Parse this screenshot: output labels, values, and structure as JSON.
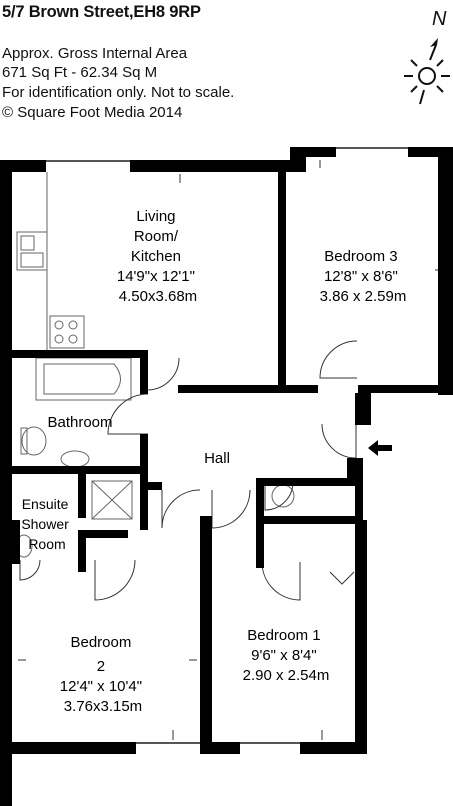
{
  "header": {
    "title": "5/7 Brown Street,EH8 9RP",
    "lines": [
      "Approx. Gross Internal Area",
      "671 Sq Ft - 62.34 Sq M",
      "For identification only. Not to scale.",
      "© Square Foot Media 2014"
    ]
  },
  "compass": {
    "label": "N",
    "icon": "north-compass-sun-icon"
  },
  "rooms": {
    "living": {
      "name_lines": [
        "Living",
        "Room/",
        "Kitchen"
      ],
      "imperial": "14'9\"x 12'1\"",
      "metric": "4.50x3.68m"
    },
    "bedroom3": {
      "name": "Bedroom 3",
      "imperial": "12'8\" x 8'6\"",
      "metric": "3.86 x 2.59m"
    },
    "bathroom": {
      "name": "Bathroom"
    },
    "hall": {
      "name": "Hall"
    },
    "ensuite": {
      "name_lines": [
        "Ensuite",
        "Shower",
        "Room"
      ]
    },
    "bedroom2": {
      "name_lines": [
        "Bedroom",
        "2"
      ],
      "imperial": "12'4\" x 10'4\"",
      "metric": "3.76x3.15m"
    },
    "bedroom1": {
      "name": "Bedroom 1",
      "imperial": "9'6\" x 8'4\"",
      "metric": "2.90 x 2.54m"
    }
  },
  "entrance": {
    "icon": "entrance-arrow-icon"
  },
  "colors": {
    "wall": "#000000",
    "fixture": "#666666",
    "background": "#ffffff"
  }
}
